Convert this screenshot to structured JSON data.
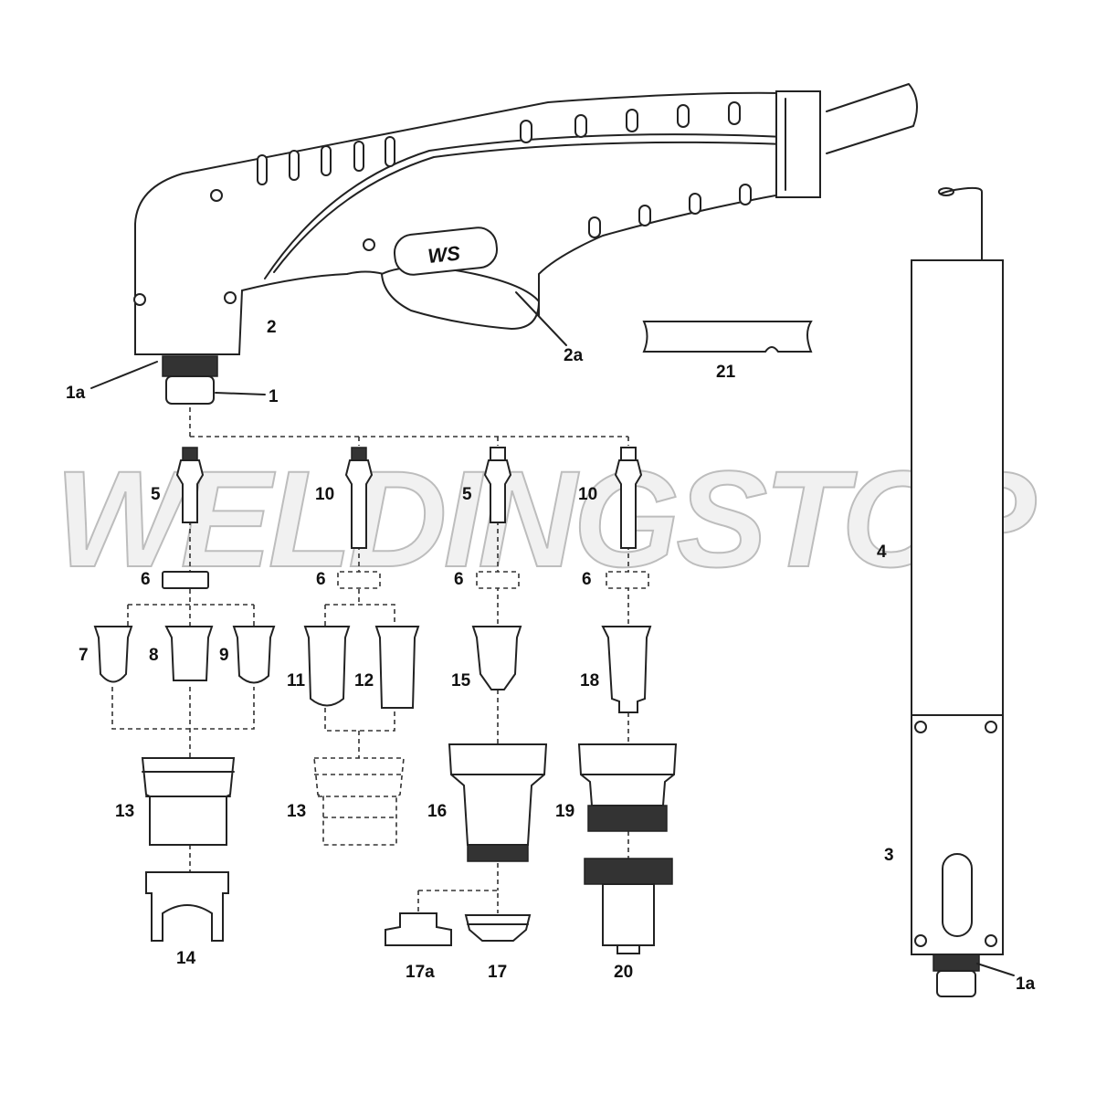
{
  "diagram": {
    "watermark": "WELDINGSTOP",
    "logo": "WS",
    "labels": {
      "torch_1a": "1a",
      "tip_1": "1",
      "torch_2": "2",
      "trigger_2a": "2a",
      "part_21": "21",
      "part_4": "4",
      "part_3": "3",
      "machine_1a": "1a",
      "electrode_a": "5",
      "electrode_b": "10",
      "electrode_c": "5",
      "electrode_d": "10",
      "diffuser_a": "6",
      "diffuser_b": "6",
      "diffuser_c": "6",
      "diffuser_d": "6",
      "tip_7": "7",
      "tip_8": "8",
      "tip_9": "9",
      "tip_11": "11",
      "tip_12": "12",
      "tip_15": "15",
      "tip_18": "18",
      "cup_13a": "13",
      "cup_13b": "13",
      "cup_16": "16",
      "cup_19": "19",
      "guide_14": "14",
      "shield_17a": "17a",
      "shield_17": "17",
      "part_20": "20"
    }
  }
}
